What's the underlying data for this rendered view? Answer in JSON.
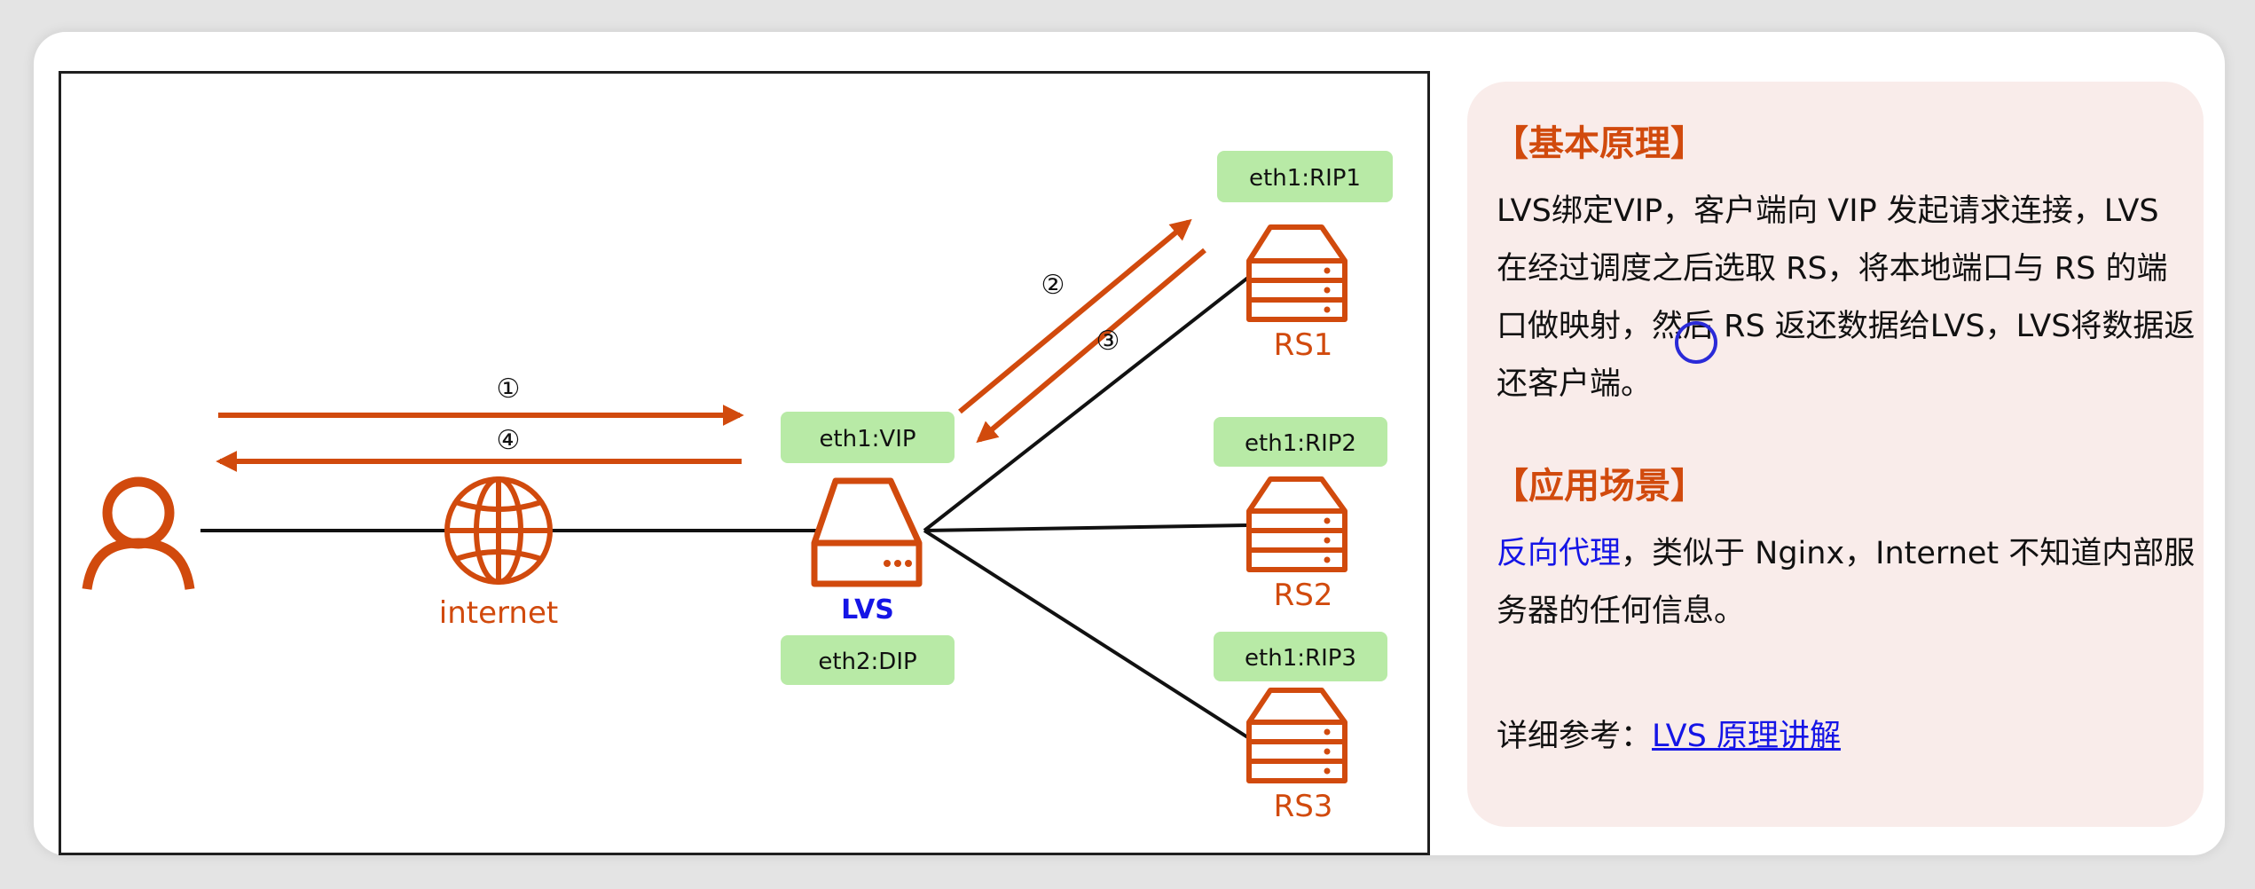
{
  "diagram": {
    "user_label": "",
    "internet_label": "internet",
    "lvs_label": "LVS",
    "tags": {
      "vip": "eth1:VIP",
      "dip": "eth2:DIP",
      "rip1": "eth1:RIP1",
      "rip2": "eth1:RIP2",
      "rip3": "eth1:RIP3"
    },
    "servers": [
      "RS1",
      "RS2",
      "RS3"
    ],
    "steps": [
      "①",
      "②",
      "③",
      "④"
    ],
    "colors": {
      "accent": "#d14a0d",
      "tag_bg": "#b8eaa6",
      "lvs_text": "#1515e6"
    }
  },
  "panel": {
    "section1_title": "【基本原理】",
    "section1_body": "LVS绑定VIP，客户端向 VIP 发起请求连接，LVS 在经过调度之后选取 RS，将本地端口与 RS 的端口做映射，然后 RS 返还数据给LVS，LVS将数据返还客户端。",
    "section2_title": "【应用场景】",
    "section2_highlight": "反向代理",
    "section2_body": "，类似于 Nginx，Internet 不知道内部服务器的任何信息。",
    "ref_label": "详细参考：",
    "ref_link": "LVS 原理讲解"
  }
}
